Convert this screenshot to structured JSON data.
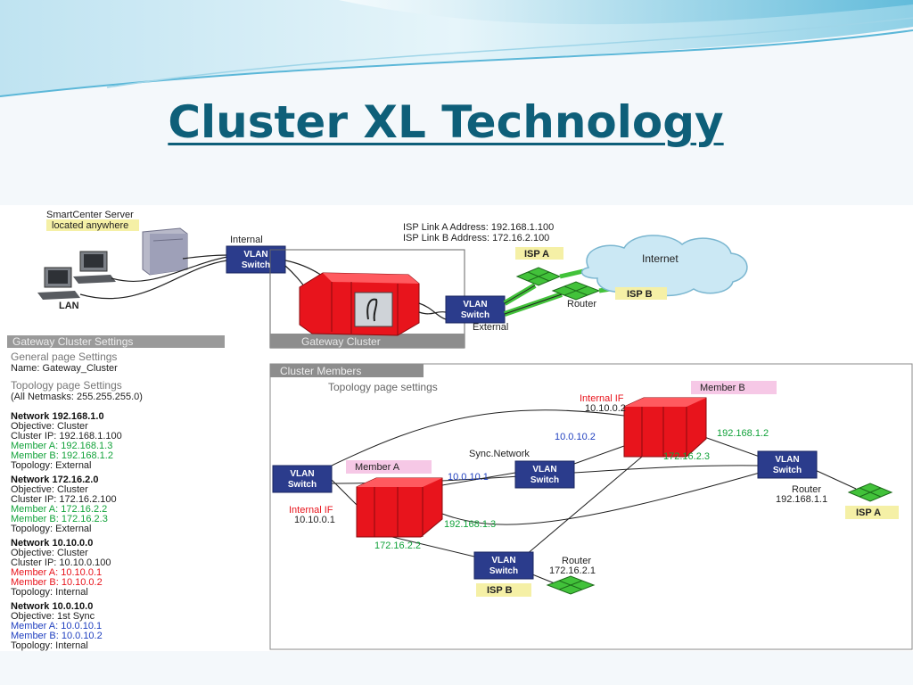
{
  "slide": {
    "title": "Cluster XL Technology"
  },
  "diagram": {
    "colors": {
      "title": "#0e5f79",
      "firewall": "#e8141c",
      "switch_bg": "#2b3c8c",
      "member_tag_bg": "#f6c8e6",
      "green_text": "#12a23a",
      "red_text": "#e8141c",
      "blue_text": "#1f3fbf",
      "isp_diamond": "#42c23a"
    },
    "top": {
      "smartcenter": [
        "SmartCenter Server",
        "located anywhere"
      ],
      "lan": "LAN",
      "internal": "Internal",
      "external": "External",
      "isp_link": [
        "ISP Link A Address: 192.168.1.100",
        "ISP Link B Address: 172.16.2.100"
      ],
      "isp_a": "ISP A",
      "isp_b": "ISP B",
      "internet": "Internet",
      "router": "Router",
      "gateway_cluster": "Gateway Cluster",
      "vlan_switch": [
        "VLAN",
        "Switch"
      ]
    },
    "settings": {
      "header": "Gateway Cluster Settings",
      "general_title": "General page Settings",
      "general_name": "Name: Gateway_Cluster",
      "topology_title": "Topology page Settings",
      "netmask": "(All Netmasks: 255.255.255.0)",
      "networks": [
        {
          "title": "Network 192.168.1.0",
          "objective": "Objective: Cluster",
          "cluster_ip": "Cluster IP: 192.168.1.100",
          "member_a": "Member A: 192.168.1.3",
          "member_b": "Member B: 192.168.1.2",
          "topology": "Topology: External"
        },
        {
          "title": "Network 172.16.2.0",
          "objective": "Objective: Cluster",
          "cluster_ip": "Cluster IP: 172.16.2.100",
          "member_a": "Member A: 172.16.2.2",
          "member_b": "Member B: 172.16.2.3",
          "topology": "Topology: External"
        },
        {
          "title": "Network 10.10.0.0",
          "objective": "Objective: Cluster",
          "cluster_ip": "Cluster IP: 10.10.0.100",
          "member_a": "Member A: 10.10.0.1",
          "member_b": "Member B: 10.10.0.2",
          "topology": "Topology: Internal"
        },
        {
          "title": "Network 10.0.10.0",
          "objective": "Objective: 1st Sync",
          "cluster_ip": "",
          "member_a": "Member A: 10.0.10.1",
          "member_b": "Member B: 10.0.10.2",
          "topology": "Topology: Internal"
        }
      ]
    },
    "members": {
      "header": "Cluster Members",
      "topology_title": "Topology page settings",
      "member_a": "Member A",
      "member_b": "Member B",
      "internal_if_a": [
        "Internal IF",
        "10.10.0.1"
      ],
      "internal_if_b": [
        "Internal IF",
        "10.10.0.2"
      ],
      "sync_network": "Sync.Network",
      "ip_10_0_10_2": "10.0.10.2",
      "ip_10_0_10_1": "10.0.10.1",
      "ip_192_168_1_2": "192.168.1.2",
      "ip_172_16_2_3": "172.16.2.3",
      "ip_192_168_1_3": "192.168.1.3",
      "ip_172_16_2_2": "172.16.2.2",
      "router_right": [
        "Router",
        "192.168.1.1"
      ],
      "router_bottom": [
        "Router",
        "172.16.2.1"
      ],
      "isp_a": "ISP A",
      "isp_b": "ISP B"
    }
  }
}
